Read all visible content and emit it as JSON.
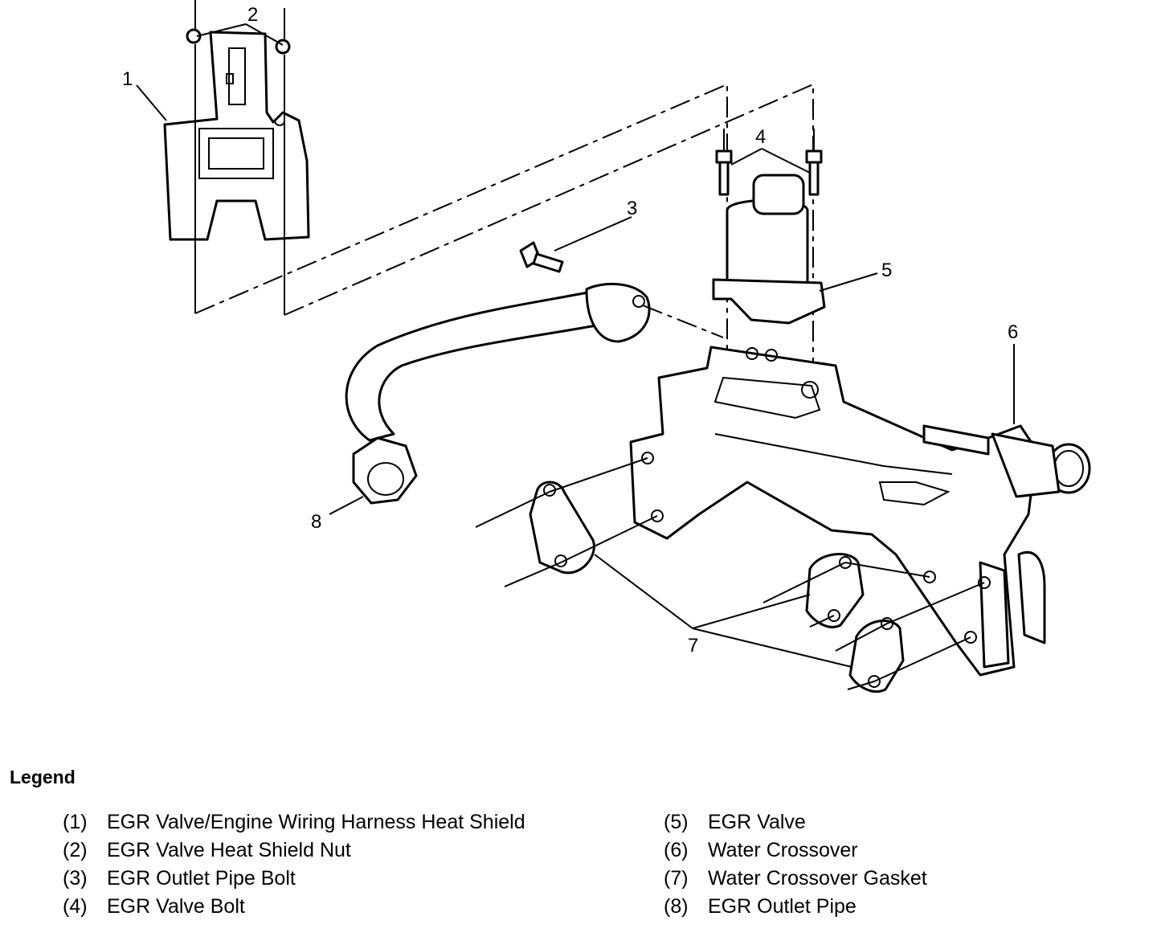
{
  "callouts": [
    "1",
    "2",
    "3",
    "4",
    "5",
    "6",
    "7",
    "8"
  ],
  "legend": {
    "title": "Legend",
    "left": [
      {
        "num": "(1)",
        "text": "EGR Valve/Engine Wiring Harness Heat Shield"
      },
      {
        "num": "(2)",
        "text": "EGR Valve Heat Shield Nut"
      },
      {
        "num": "(3)",
        "text": "EGR Outlet Pipe Bolt"
      },
      {
        "num": "(4)",
        "text": "EGR Valve Bolt"
      }
    ],
    "right": [
      {
        "num": "(5)",
        "text": "EGR Valve"
      },
      {
        "num": "(6)",
        "text": "Water Crossover"
      },
      {
        "num": "(7)",
        "text": "Water Crossover Gasket"
      },
      {
        "num": "(8)",
        "text": "EGR Outlet Pipe"
      }
    ]
  }
}
